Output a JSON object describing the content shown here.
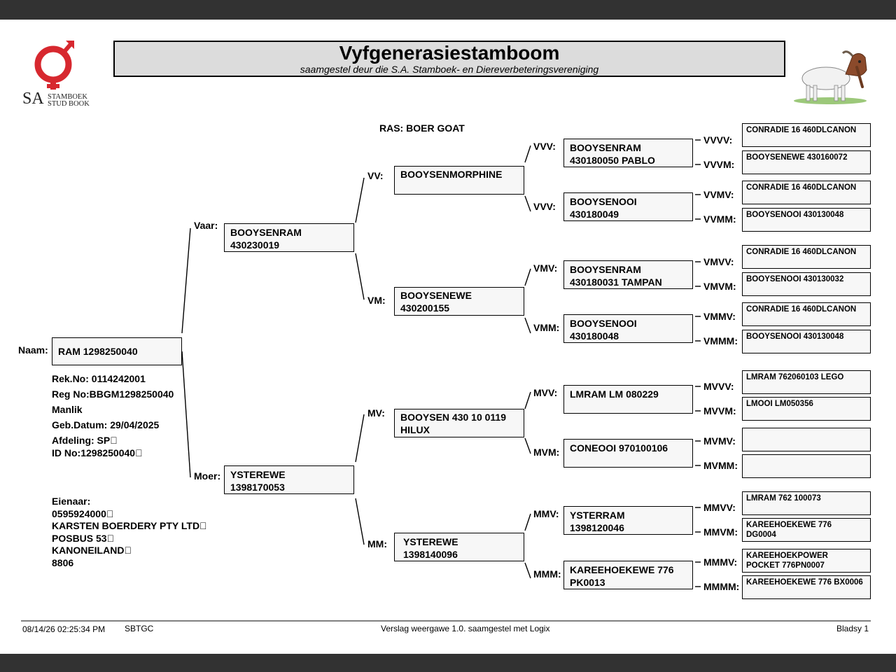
{
  "header": {
    "title": "Vyfgenerasiestamboom",
    "subtitle": "saamgestel deur die S.A. Stamboek- en Diereverbeteringsvereniging",
    "logo_sa": "SA",
    "logo_line1": "STAMBOEK",
    "logo_line2": "STUD BOOK",
    "brand_color": "#d7282f"
  },
  "breed": "RAS: BOER GOAT",
  "animal": {
    "name_label": "Naam:",
    "name": "RAM 1298250040",
    "details": [
      "Rek.No: 0114242001",
      "Reg No:BBGM1298250040",
      "Manlik",
      "Geb.Datum: 29/04/2025",
      "Afdeling: SP\u0000",
      "ID No:1298250040\u0000"
    ]
  },
  "owner": {
    "lines": [
      "Eienaar:",
      "0595924000\u0000",
      "KARSTEN BOERDERY PTY LTD\u0000",
      "POSBUS 53\u0000",
      "KANONEILAND\u0000",
      "8806"
    ]
  },
  "gen1": [
    {
      "label": "Vaar:",
      "line1": "BOOYSENRAM",
      "line2": "430230019"
    },
    {
      "label": "Moer:",
      "line1": "YSTEREWE",
      "line2": "1398170053"
    }
  ],
  "gen2": [
    {
      "label": "VV:",
      "line1": "BOOYSENMORPHINE",
      "line2": ""
    },
    {
      "label": "VM:",
      "line1": "BOOYSENEWE",
      "line2": "430200155"
    },
    {
      "label": "MV:",
      "line1": "BOOYSEN 430 10 0119",
      "line2": "HILUX"
    },
    {
      "label": "MM:",
      "line1": "YSTEREWE",
      "line2": "1398140096"
    }
  ],
  "gen3": [
    {
      "label": "VVV:",
      "line1": "BOOYSENRAM",
      "line2": "430180050 PABLO"
    },
    {
      "label": "VVV:",
      "line1": "BOOYSENOOI",
      "line2": "430180049"
    },
    {
      "label": "VMV:",
      "line1": "BOOYSENRAM",
      "line2": "430180031 TAMPAN"
    },
    {
      "label": "VMM:",
      "line1": "BOOYSENOOI",
      "line2": "430180048"
    },
    {
      "label": "MVV:",
      "line1": "LMRAM LM 080229",
      "line2": ""
    },
    {
      "label": "MVM:",
      "line1": "CONEOOI 970100106",
      "line2": ""
    },
    {
      "label": "MMV:",
      "line1": "YSTERRAM",
      "line2": "1398120046"
    },
    {
      "label": "MMM:",
      "line1": "KAREEHOEKEWE 776",
      "line2": "PK0013"
    }
  ],
  "gen4": [
    {
      "label": "VVVV:",
      "line1": "CONRADIE 16 460DLCANON",
      "line2": ""
    },
    {
      "label": "VVVM:",
      "line1": "BOOYSENEWE 430160072",
      "line2": ""
    },
    {
      "label": "VVMV:",
      "line1": "CONRADIE 16 460DLCANON",
      "line2": ""
    },
    {
      "label": "VVMM:",
      "line1": "BOOYSENOOI 430130048",
      "line2": ""
    },
    {
      "label": "VMVV:",
      "line1": "CONRADIE 16 460DLCANON",
      "line2": ""
    },
    {
      "label": "VMVM:",
      "line1": "BOOYSENOOI 430130032",
      "line2": ""
    },
    {
      "label": "VMMV:",
      "line1": "CONRADIE 16 460DLCANON",
      "line2": ""
    },
    {
      "label": "VMMM:",
      "line1": "BOOYSENOOI 430130048",
      "line2": ""
    },
    {
      "label": "MVVV:",
      "line1": "LMRAM 762060103 LEGO",
      "line2": ""
    },
    {
      "label": "MVVM:",
      "line1": "LMOOI LM050356",
      "line2": ""
    },
    {
      "label": "MVMV:",
      "line1": "",
      "line2": ""
    },
    {
      "label": "MVMM:",
      "line1": "",
      "line2": ""
    },
    {
      "label": "MMVV:",
      "line1": "LMRAM 762 100073",
      "line2": ""
    },
    {
      "label": "MMVM:",
      "line1": "KAREEHOEKEWE 776",
      "line2": "DG0004"
    },
    {
      "label": "MMMV:",
      "line1": "KAREEHOEKPOWER",
      "line2": "POCKET 776PN0007"
    },
    {
      "label": "MMMM:",
      "line1": "KAREEHOEKEWE 776 BX0006",
      "line2": ""
    }
  ],
  "footer": {
    "datetime": "08/14/26 02:25:34 PM",
    "code": "SBTGC",
    "report": "Verslag weergawe 1.0. saamgestel met Logix",
    "page": "Bladsy 1"
  }
}
